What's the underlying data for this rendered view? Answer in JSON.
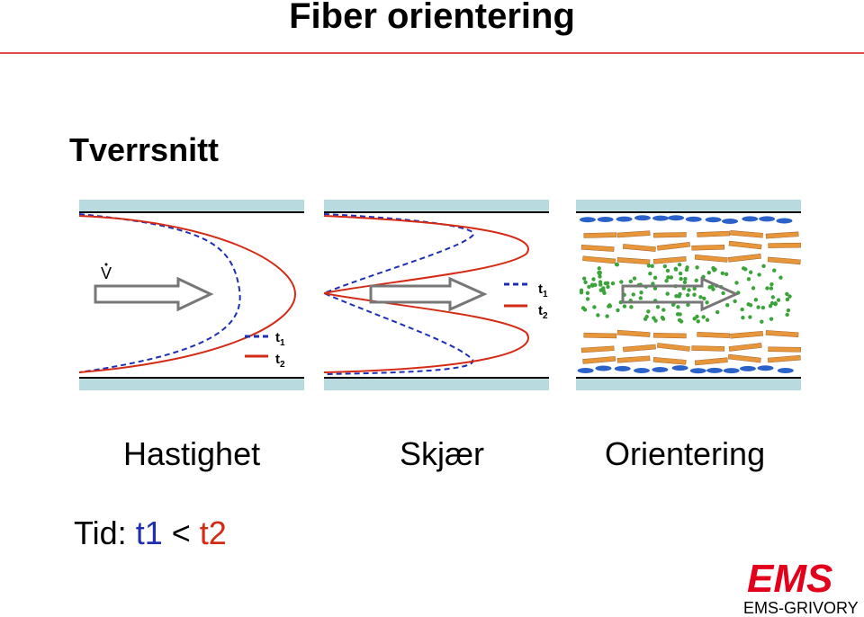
{
  "title": "Fiber orientering",
  "subtitle": "Tverrsnitt",
  "panels": {
    "velocity": {
      "caption": "Hastighet",
      "vdot": "V",
      "legend": {
        "t1": "t",
        "t1_sub": "1",
        "t2": "t",
        "t2_sub": "2"
      }
    },
    "shear": {
      "caption": "Skjær",
      "legend": {
        "t1": "t",
        "t1_sub": "1",
        "t2": "t",
        "t2_sub": "2"
      }
    },
    "orientation": {
      "caption": "Orientering"
    }
  },
  "time_note": {
    "prefix": "Tid: ",
    "t1": "t1",
    "op": " < ",
    "t2": "t2"
  },
  "logo": {
    "mark": "EMS",
    "text": "EMS-GRIVORY"
  },
  "colors": {
    "wall": "#b9dbe0",
    "t1": "#1f2fb3",
    "t2": "#d42b16",
    "fiber": "#e8963a",
    "dot": "#3aa33a",
    "oval": "#2a62c9",
    "rule": "#e34a4a"
  }
}
